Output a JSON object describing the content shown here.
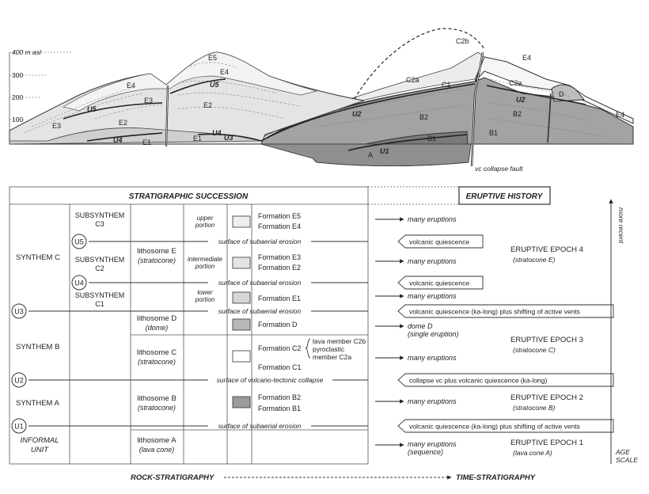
{
  "section": {
    "elev_unit": "400 m asl",
    "elev_ticks": [
      "300",
      "200",
      "100"
    ],
    "unit_labels": [
      "E5",
      "E4",
      "U5",
      "E4",
      "E3",
      "E2",
      "U5",
      "E3",
      "E2",
      "U4",
      "E1",
      "E1",
      "U4",
      "U3",
      "U2",
      "B2",
      "B1",
      "U1",
      "A",
      "C2b",
      "E4",
      "C2a",
      "C1",
      "C2a",
      "U2",
      "B2",
      "B1",
      "D",
      "E4"
    ],
    "fault_label": "vc collapse fault"
  },
  "table": {
    "header_strat": "STRATIGRAPHIC SUCCESSION",
    "header_erupt": "ERUPTIVE HISTORY",
    "recent_label": "more recent",
    "age_label_1": "AGE",
    "age_label_2": "SCALE",
    "footer_rock": "ROCK-STRATIGRAPHY",
    "footer_time": "TIME-STRATIGRAPHY",
    "synthems": [
      "SYNTHEM C",
      "SYNTHEM B",
      "SYNTHEM A"
    ],
    "informal": [
      "INFORMAL",
      "UNIT"
    ],
    "subsynthems": [
      [
        "SUBSYNTHEM",
        "C3"
      ],
      [
        "SUBSYNTHEM",
        "C2"
      ],
      [
        "SUBSYNTHEM",
        "C1"
      ]
    ],
    "unconformities": [
      "U5",
      "U4",
      "U3",
      "U2",
      "U1"
    ],
    "lithosomes": {
      "e": [
        "lithosome E",
        "(stratocone)"
      ],
      "d": [
        "lithosome D",
        "(dome)"
      ],
      "c": [
        "lithosome C",
        "(stratocone)"
      ],
      "b": [
        "lithosome B",
        "(stratocone)"
      ],
      "a": [
        "lithosome A",
        "(lava cone)"
      ]
    },
    "portions": [
      [
        "upper",
        "portion"
      ],
      [
        "intermediate",
        "portion"
      ],
      [
        "lower",
        "portion"
      ]
    ],
    "formations": {
      "e5": "Formation E5",
      "e4": "Formation E4",
      "e3": "Formation E3",
      "e2": "Formation E2",
      "e1": "Formation E1",
      "d": "Formation D",
      "c2": "Formation C2",
      "c1": "Formation C1",
      "b2": "Formation B2",
      "b1": "Formation B1"
    },
    "members": [
      "lava member C2b",
      "pyroclastic",
      "member C2a"
    ],
    "surfaces": [
      "surface of subaerial erosion",
      "surface of subaerial erosion",
      "surface of subaerial erosion",
      "surface of volcano-tectonic collapse",
      "surface of subaerial erosion"
    ],
    "events": [
      "many eruptions",
      "volcanic quiescence",
      "many eruptions",
      "volcanic quiescence",
      "many eruptions",
      "volcanic quiescence (ka-long) plus shifting of active vents",
      "dome D",
      "(single eruption)",
      "many eruptions",
      "collapse vc plus volcanic quiescence (ka-long)",
      "many eruptions",
      "volcanic quiescence (ka-long) plus shifting of active vents",
      "many eruptions",
      "(sequence)"
    ],
    "epochs": [
      [
        "ERUPTIVE EPOCH 4",
        "(stratocone E)"
      ],
      [
        "ERUPTIVE EPOCH 3",
        "(stratocone C)"
      ],
      [
        "ERUPTIVE EPOCH 2",
        "(stratocone B)"
      ],
      [
        "ERUPTIVE EPOCH 1",
        "(lava cone A)"
      ]
    ]
  },
  "colors": {
    "fill_e": "#eeeeee",
    "fill_d": "#b8b8b8",
    "fill_c": "#ffffff",
    "fill_b": "#9a9a9a",
    "older": "#8e8e8e",
    "stroke": "#333333"
  }
}
